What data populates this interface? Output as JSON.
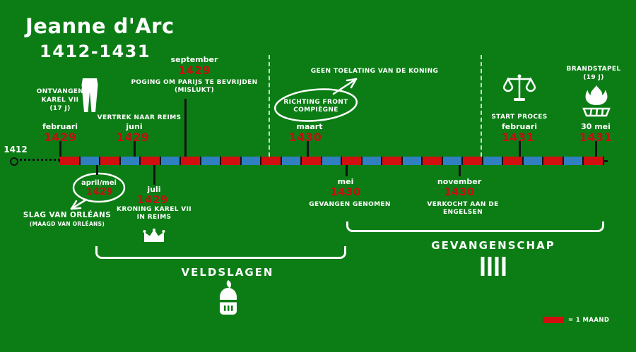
{
  "title": {
    "line1": "Jeanne d'Arc",
    "line2": "1412-1431"
  },
  "colors": {
    "background": "#0c7d15",
    "red": "#d10f0f",
    "blue": "#2f7fc1",
    "year_red": "#c21111",
    "axis_black": "#131313",
    "white": "#ffffff"
  },
  "timeline": {
    "start_year_label": "1412",
    "month_segments": 27,
    "legend_label": "= 1 MAAND"
  },
  "events_above": [
    {
      "icon": "pants-icon",
      "label1": "ONTVANGEN",
      "label2": "KAREL VII",
      "label3": "(17 J)",
      "month": "februari",
      "year": "1429"
    },
    {
      "label1": "VERTREK NAAR REIMS",
      "month": "juni",
      "year": "1429"
    },
    {
      "month": "september",
      "year": "1429",
      "label1": "POGING OM PARIJS TE BEVRIJDEN",
      "label2": "(MISLUKT)"
    },
    {
      "annotation": "GEEN TOELATING VAN DE KONING",
      "circled_line1": "RICHTING FRONT",
      "circled_line2": "COMPIÈGNE",
      "month": "maart",
      "year": "1430"
    },
    {
      "icon": "scales-icon",
      "label1": "START PROCES",
      "month": "februari",
      "year": "1431"
    },
    {
      "icon": "fire-icon",
      "label1": "BRANDSTAPEL",
      "label2": "(19 J)",
      "month": "30 mei",
      "year": "1431"
    }
  ],
  "events_below": [
    {
      "circled_line1": "april/mei",
      "circled_year": "1429",
      "label1": "SLAG VAN ORLÉANS",
      "label2": "(MAAGD VAN ORLÉANS)"
    },
    {
      "icon": "crown-icon",
      "month": "juli",
      "year": "1429",
      "label1": "KRONING KAREL VII",
      "label2": "IN REIMS"
    },
    {
      "month": "mei",
      "year": "1430",
      "label1": "GEVANGEN GENOMEN"
    },
    {
      "month": "november",
      "year": "1430",
      "label1": "VERKOCHT AAN DE",
      "label2": "ENGELSEN"
    }
  ],
  "sections": {
    "battles_label": "VELDSLAGEN",
    "battles_icon": "knight-helmet-icon",
    "captivity_label": "GEVANGENSCHAP",
    "captivity_icon": "prison-bars-icon"
  }
}
